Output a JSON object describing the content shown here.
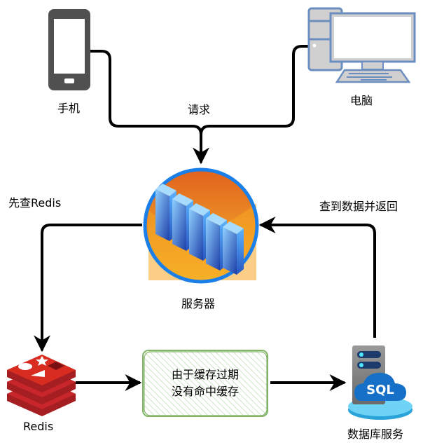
{
  "nodes": {
    "phone": {
      "label": "手机",
      "icon": "mobile-phone-icon"
    },
    "computer": {
      "label": "电脑",
      "icon": "desktop-computer-icon"
    },
    "server": {
      "label": "服务器",
      "icon": "server-rack-icon"
    },
    "redis": {
      "label": "Redis",
      "icon": "redis-logo-icon"
    },
    "database": {
      "label": "数据库服务",
      "icon": "sql-database-icon"
    },
    "cache_miss": {
      "line1": "由于缓存过期",
      "line2": "没有命中缓存"
    }
  },
  "edges": {
    "request": {
      "label": "请求",
      "from": [
        "手机",
        "电脑"
      ],
      "to": "服务器"
    },
    "check_redis": {
      "label": "先查Redis",
      "from": "服务器",
      "to": "Redis"
    },
    "redis_to_box": {
      "label": "",
      "from": "Redis",
      "to": "由于缓存过期 没有命中缓存"
    },
    "box_to_db": {
      "label": "",
      "from": "由于缓存过期 没有命中缓存",
      "to": "数据库服务"
    },
    "db_return": {
      "label": "查到数据并返回",
      "from": "数据库服务",
      "to": "服务器"
    }
  },
  "colors": {
    "phone": "#505050",
    "computer_frame": "#6c8ebf",
    "computer_fill": "#d0d0d0",
    "server_ring": "#1a7fe8",
    "server_orange_top": "#e0621e",
    "server_orange_bottom": "#f8b62a",
    "redis_red": "#c8262a",
    "box_border": "#82b366",
    "box_hatch": "#d5e8d4",
    "sql_blue": "#1670c8"
  }
}
